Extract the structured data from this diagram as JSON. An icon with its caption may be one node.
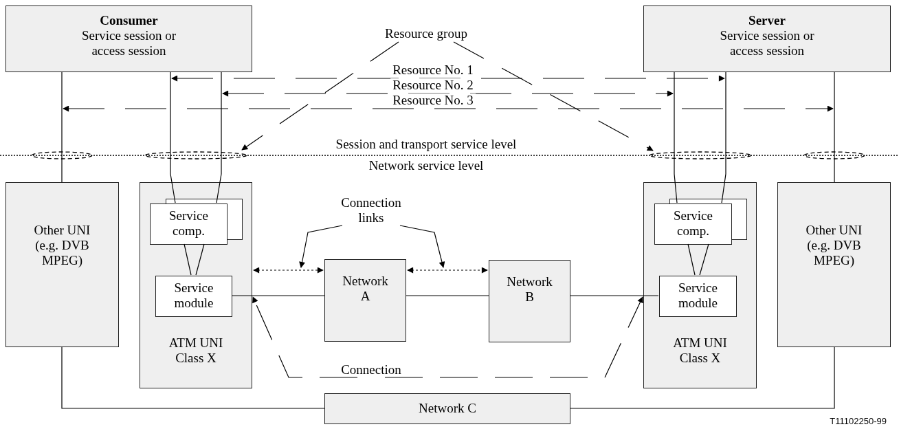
{
  "diagram": {
    "nodes": [
      {
        "text": [
          "Consumer",
          "Service session or access session"
        ]
      },
      {
        "text": [
          "Server",
          "Service session or access session"
        ]
      },
      {
        "text": [
          "Other UNI (e.g. DVB MPEG)"
        ]
      },
      {
        "text": [
          "ATM UNI Class X"
        ]
      },
      {
        "text": [
          "Service comp."
        ],
        "in": 3
      },
      {
        "text": [
          "Service module"
        ],
        "in": 3
      },
      {
        "text": [
          "Network A"
        ]
      },
      {
        "text": [
          "Network B"
        ]
      },
      {
        "text": [
          "ATM UNI Class X"
        ]
      },
      {
        "text": [
          "Service comp."
        ],
        "in": 8
      },
      {
        "text": [
          "Service module"
        ],
        "in": 8
      },
      {
        "text": [
          "Other UNI (e.g. DVB MPEG)"
        ]
      },
      {
        "text": [
          "Network C"
        ]
      },
      {
        "text": [],
        "shape": "ellipse"
      },
      {
        "text": [],
        "shape": "ellipse"
      },
      {
        "text": [],
        "shape": "ellipse"
      },
      {
        "text": [],
        "shape": "ellipse"
      },
      {
        "text": [
          "Resource group"
        ]
      },
      {
        "text": [
          "Connection links"
        ]
      },
      {
        "text": [
          "Connection"
        ]
      }
    ],
    "edges": [
      {
        "from": 0,
        "to": 2,
        "arrow": "none"
      },
      {
        "from": 0,
        "to": 4,
        "arrow": "none"
      },
      {
        "from": 0,
        "to": 4,
        "arrow": "none"
      },
      {
        "from": 1,
        "to": 9,
        "arrow": "none"
      },
      {
        "from": 1,
        "to": 9,
        "arrow": "none"
      },
      {
        "from": 1,
        "to": 11,
        "arrow": "none"
      },
      {
        "from": 4,
        "to": 5,
        "arrow": "none"
      },
      {
        "from": 4,
        "to": 5,
        "arrow": "none"
      },
      {
        "from": 9,
        "to": 10,
        "arrow": "none"
      },
      {
        "from": 9,
        "to": 10,
        "arrow": "none"
      },
      {
        "from": 0,
        "to": 1,
        "arrow": "both",
        "style": "dashed",
        "label": "Resource No. 1"
      },
      {
        "from": 0,
        "to": 1,
        "arrow": "both",
        "style": "dashed",
        "label": "Resource No. 2"
      },
      {
        "from": 0,
        "to": 1,
        "arrow": "both",
        "style": "dashed",
        "label": "Resource No. 3"
      },
      {
        "from": 17,
        "to": 14,
        "arrow": "to",
        "style": "dashed"
      },
      {
        "from": 17,
        "to": 15,
        "arrow": "to",
        "style": "dashed"
      },
      {
        "from": 3,
        "to": 6,
        "arrow": "both",
        "style": "dashed"
      },
      {
        "from": 6,
        "to": 7,
        "arrow": "both",
        "style": "dashed"
      },
      {
        "from": 18,
        "to": null,
        "arrow": "to"
      },
      {
        "from": 18,
        "to": null,
        "arrow": "to"
      },
      {
        "from": 5,
        "to": 6,
        "arrow": "none"
      },
      {
        "from": 6,
        "to": 7,
        "arrow": "none"
      },
      {
        "from": 7,
        "to": 10,
        "arrow": "none"
      },
      {
        "from": 19,
        "to": 3,
        "arrow": "to",
        "style": "dashed"
      },
      {
        "from": 19,
        "to": 8,
        "arrow": "to",
        "style": "dashed"
      },
      {
        "from": 2,
        "to": 12,
        "arrow": "none"
      },
      {
        "from": 12,
        "to": 11,
        "arrow": "none"
      }
    ],
    "labels": [
      "Session and transport service level",
      "Network service level",
      "T11102250-99"
    ]
  }
}
